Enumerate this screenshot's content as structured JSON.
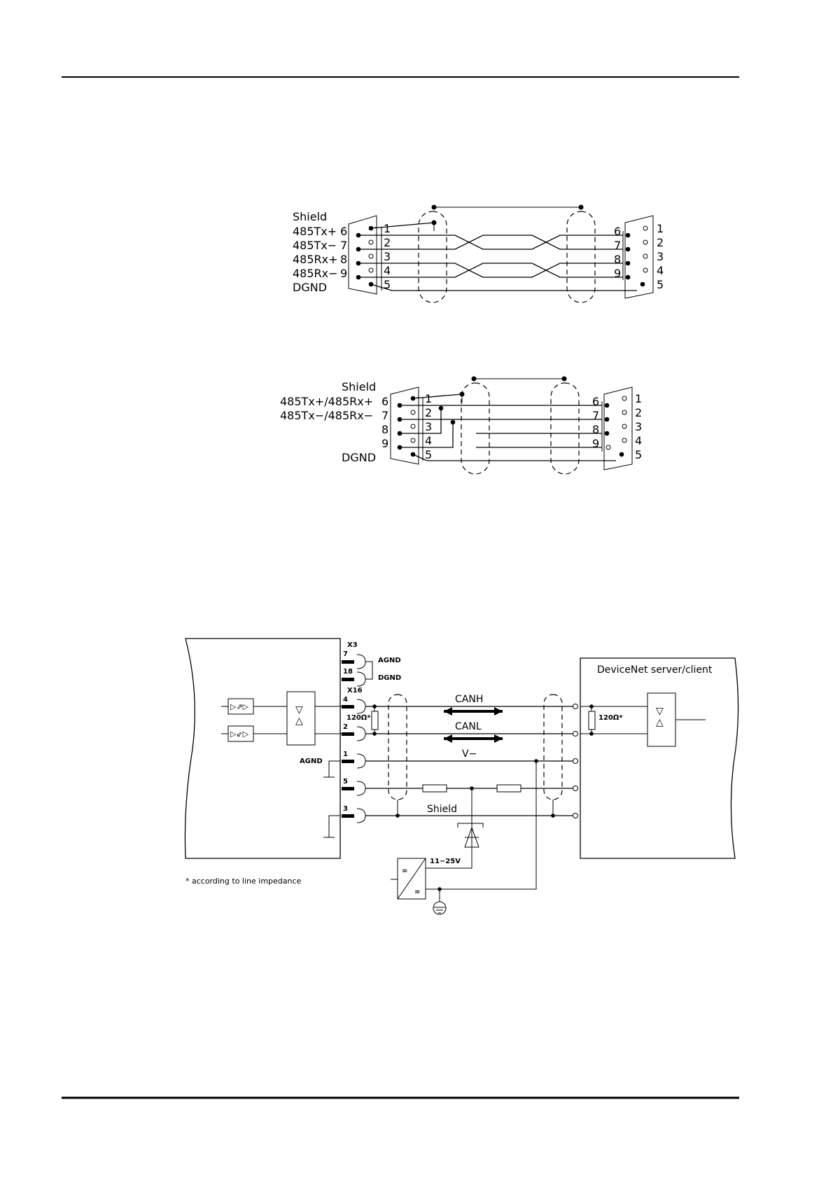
{
  "diagram1": {
    "shield": "Shield",
    "signals": [
      "485Tx+",
      "485Tx−",
      "485Rx+",
      "485Rx−"
    ],
    "left_pins": [
      "6",
      "7",
      "8",
      "9"
    ],
    "dgnd": "DGND",
    "inner_pins": [
      "1",
      "2",
      "3",
      "4",
      "5"
    ],
    "right_pins_inner": [
      "6",
      "7",
      "8",
      "9"
    ],
    "right_pins_outer": [
      "1",
      "2",
      "3",
      "4",
      "5"
    ]
  },
  "diagram2": {
    "shield": "Shield",
    "signals": [
      "485Tx+/485Rx+",
      "485Tx−/485Rx−"
    ],
    "left_pins": [
      "6",
      "7",
      "8",
      "9"
    ],
    "dgnd": "DGND",
    "inner_pins": [
      "1",
      "2",
      "3",
      "4",
      "5"
    ],
    "right_pins_inner": [
      "6",
      "7",
      "8",
      "9"
    ],
    "right_pins_outer": [
      "1",
      "2",
      "3",
      "4",
      "5"
    ]
  },
  "diagram3": {
    "x3": "X3",
    "x3_pin_a": "7",
    "x3_pin_b": "18",
    "agnd_top": "AGND",
    "dgnd_top": "DGND",
    "x16": "X16",
    "pin4": "4",
    "pin2": "2",
    "pin1": "1",
    "pin5": "5",
    "pin3": "3",
    "agnd_left": "AGND",
    "resistor_left": "120Ω*",
    "resistor_right": "120Ω*",
    "canh": "CANH",
    "canl": "CANL",
    "v_minus": "V−",
    "shield": "Shield",
    "devicenet": "DeviceNet server/client",
    "supply": "11−25V",
    "footnote": "* according to line impedance",
    "eq_sign": "="
  }
}
